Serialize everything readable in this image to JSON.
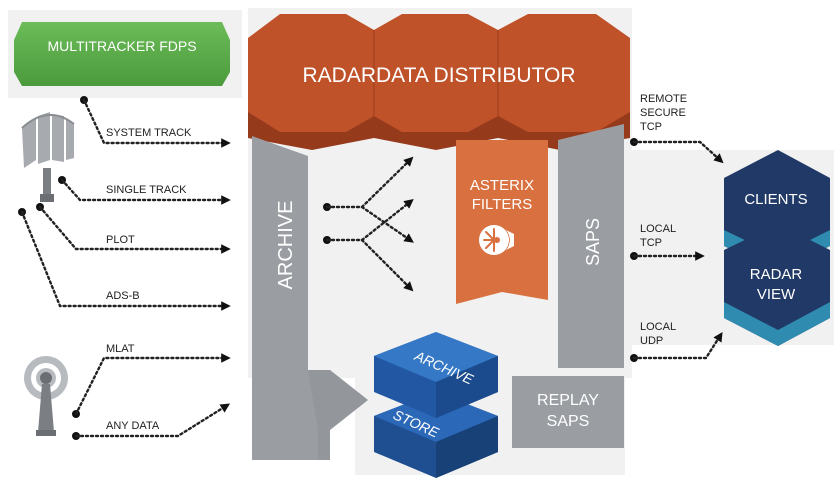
{
  "sources": {
    "fdps": "MULTITRACKER FDPS"
  },
  "inputs": {
    "system_track": "SYSTEM TRACK",
    "single_track": "SINGLE TRACK",
    "plot": "PLOT",
    "ads_b": "ADS-B",
    "mlat": "MLAT",
    "any_data": "ANY DATA"
  },
  "distributor": {
    "title": "RADARDATA DISTRIBUTOR",
    "archive": "ARCHIVE",
    "asterix_line1": "ASTERIX",
    "asterix_line2": "FILTERS",
    "saps": "SAPS"
  },
  "store": {
    "archive": "ARCHIVE",
    "store": "STORE"
  },
  "replay": {
    "line1": "REPLAY",
    "line2": "SAPS"
  },
  "outputs": {
    "remote_1": "REMOTE",
    "remote_2": "SECURE",
    "remote_3": "TCP",
    "local_tcp_1": "LOCAL",
    "local_tcp_2": "TCP",
    "local_udp_1": "LOCAL",
    "local_udp_2": "UDP"
  },
  "clients": {
    "clients": "CLIENTS",
    "radar_1": "RADAR",
    "radar_2": "VIEW"
  },
  "colors": {
    "green": "#5aa84a",
    "orange_top": "#c0522a",
    "orange_side": "#963a1c",
    "asterix": "#d9703f",
    "gray": "#9a9ea3",
    "blue": "#2b68b8",
    "blue_dark": "#1f4f91",
    "navy": "#213966"
  }
}
